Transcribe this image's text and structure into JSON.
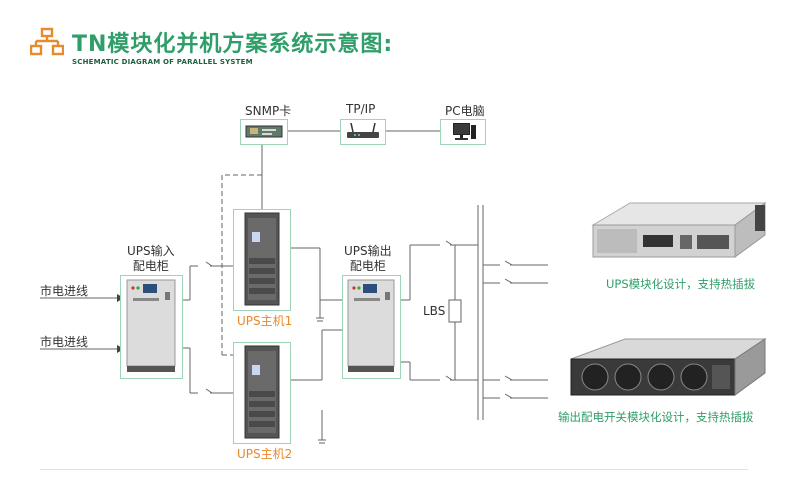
{
  "header": {
    "title": "TN模块化并机方案系统示意图:",
    "subtitle": "SCHEMATIC DIAGRAM OF PARALLEL SYSTEM",
    "logo_icon": "network-hierarchy-icon",
    "accent_color": "#2f9e68",
    "logo_color": "#e8892b"
  },
  "network": {
    "snmp_label": "SNMP卡",
    "tpip_label": "TP/IP",
    "pc_label": "PC电脑"
  },
  "input_cabinet": {
    "label_line1": "UPS输入",
    "label_line2": "配电柜"
  },
  "output_cabinet": {
    "label_line1": "UPS输出",
    "label_line2": "配电柜"
  },
  "mains": {
    "line1": "市电进线",
    "line2": "市电进线"
  },
  "ups_hosts": {
    "host1": "UPS主机1",
    "host2": "UPS主机2"
  },
  "lbs_label": "LBS",
  "products": {
    "ups_module_caption": "UPS模块化设计，支持热插拔",
    "switch_module_caption": "输出配电开关模块化设计，支持热插拔"
  }
}
